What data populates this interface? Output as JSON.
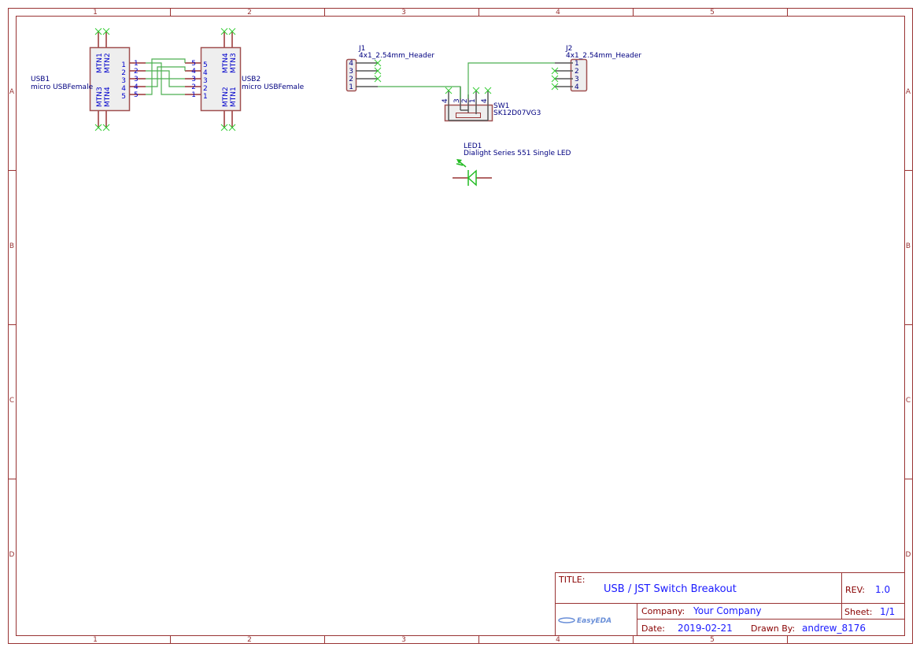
{
  "sheet": {
    "columns": [
      "1",
      "2",
      "3",
      "4",
      "5"
    ],
    "rows": [
      "A",
      "B",
      "C",
      "D"
    ]
  },
  "components": {
    "usb1": {
      "ref": "USB1",
      "value": "micro USBFemale",
      "pins": [
        "1",
        "2",
        "3",
        "4",
        "5"
      ],
      "mtn_top": [
        "MTN1",
        "MTN2"
      ],
      "mtn_bottom": [
        "MTN3",
        "MTN4"
      ]
    },
    "usb2": {
      "ref": "USB2",
      "value": "micro USBFemale",
      "pins": [
        "5",
        "4",
        "3",
        "2",
        "1"
      ],
      "mtn_top": [
        "MTN4",
        "MTN3"
      ],
      "mtn_bottom": [
        "MTN2",
        "MTN1"
      ]
    },
    "j1": {
      "ref": "J1",
      "value": "4x1_2.54mm_Header",
      "pins": [
        "4",
        "3",
        "2",
        "1"
      ]
    },
    "j2": {
      "ref": "J2",
      "value": "4x1_2.54mm_Header",
      "pins": [
        "1",
        "2",
        "3",
        "4"
      ]
    },
    "sw1": {
      "ref": "SW1",
      "value": "SK12D07VG3",
      "pins": [
        "4",
        "3",
        "2",
        "1",
        "4"
      ]
    },
    "led1": {
      "ref": "LED1",
      "value": "Dialight Series 551 Single LED"
    }
  },
  "title_block": {
    "title_label": "TITLE:",
    "title": "USB / JST Switch Breakout",
    "rev_label": "REV:",
    "rev": "1.0",
    "company_label": "Company:",
    "company": "Your Company",
    "sheet_label": "Sheet:",
    "sheet": "1/1",
    "date_label": "Date:",
    "date": "2019-02-21",
    "drawn_label": "Drawn By:",
    "drawn_by": "andrew_8176",
    "logo": "EasyEDA"
  }
}
